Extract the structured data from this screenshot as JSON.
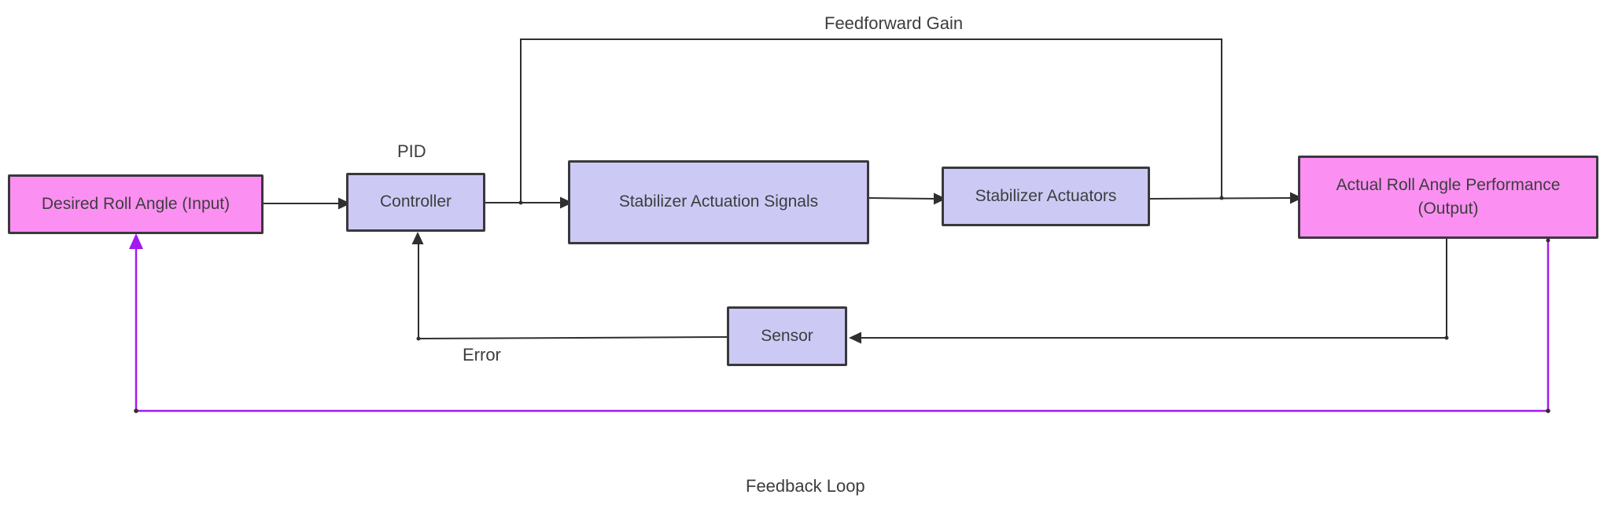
{
  "diagram": {
    "boxes": {
      "input": {
        "label": "Desired Roll Angle (Input)"
      },
      "controller": {
        "label": "Controller"
      },
      "signals": {
        "label": "Stabilizer Actuation Signals"
      },
      "actuators": {
        "label": "Stabilizer Actuators"
      },
      "output": {
        "label_line1": "Actual Roll Angle Performance",
        "label_line2": "(Output)"
      },
      "sensor": {
        "label": "Sensor"
      }
    },
    "annotations": {
      "pid": "PID",
      "feedforward_gain": "Feedforward Gain",
      "error": "Error",
      "feedback_loop": "Feedback Loop"
    },
    "colors": {
      "pink_fill": "#fb8ff2",
      "lavender_fill": "#cccaf5",
      "border": "#3a383d",
      "stroke": "#2f2f2f",
      "purple": "#a21aef",
      "text": "#3d3d3d",
      "background": "#ffffff"
    }
  }
}
